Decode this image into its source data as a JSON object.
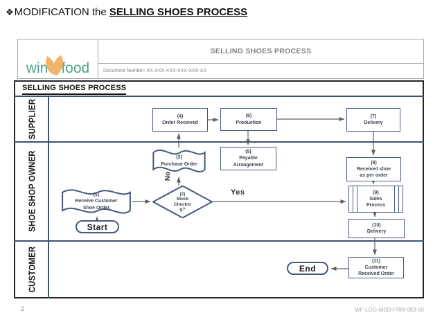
{
  "slide": {
    "bullet_icon": "❖",
    "title_text": "MODIFICATION the ",
    "title_emphasis": "SELLING SHOES PROCESS",
    "page_number": "2",
    "footer_code": "WF-LOG-MSD-FRM-003-00"
  },
  "header": {
    "logo": {
      "word_left": "win",
      "word_right": "food"
    },
    "title": "SELLING SHOES PROCESS",
    "document_number": "Document Number: XX-XXX-XXX-XXX-XXX-XX"
  },
  "diagram": {
    "title": "SELLING SHOES PROCESS",
    "lanes": [
      {
        "label": "SUPPLIER"
      },
      {
        "label": "SHOE SHOP OWNER"
      },
      {
        "label": "CUSTOMER"
      }
    ],
    "nodes": {
      "start": "Start",
      "n1": "(1)\nReceive  Customer\nShoe Order",
      "n2": "(2)\nStock\nCheckin\ng?",
      "n3": "(3)\nPurchase Order",
      "n4": "(4)\nOrder Received",
      "n5": "(5)\nPayable\nArrangement",
      "n6": "(6)\nProduction",
      "n7": "(7)\nDelivery",
      "n8": "(8)\nReceived  shoe\nas per order",
      "n9": "(9)\nSales\nProcess",
      "n10": "(10)\nDelivery",
      "n11": "(11)\nCustomer\nReceived Order",
      "end": "End"
    },
    "edge_labels": {
      "yes": "Yes",
      "no": "No"
    }
  },
  "colors": {
    "shape_border": "#44597e",
    "lane_border": "#3d5272",
    "connector": "#5f5f5f",
    "logo_text": "#4ea28a",
    "logo_leaf": "#f2b46d",
    "header_text": "#7f7f7f"
  }
}
